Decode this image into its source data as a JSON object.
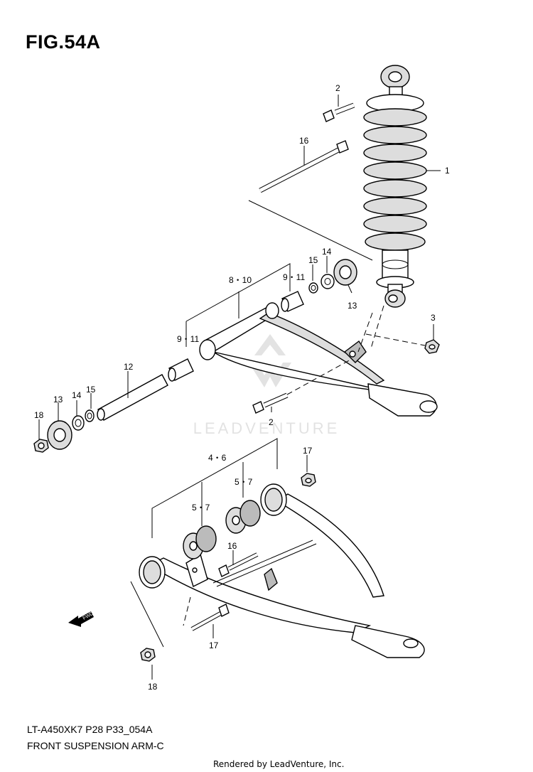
{
  "figure": {
    "title": "FIG.54A",
    "part_code": "LT-A450XK7 P28 P33_054A",
    "part_description": "FRONT SUSPENSION ARM-C",
    "footer": "Rendered by LeadVenture, Inc.",
    "watermark": "LEADVENTURE"
  },
  "callouts": {
    "c1": "1",
    "c2_top": "2",
    "c2_mid": "2",
    "c3": "3",
    "c4_6": "4・6",
    "c5_7_a": "5・7",
    "c5_7_b": "5・7",
    "c8_10": "8・10",
    "c9_11_a": "9・11",
    "c9_11_b": "9・11",
    "c12": "12",
    "c13_a": "13",
    "c13_b": "13",
    "c14_a": "14",
    "c14_b": "14",
    "c15_a": "15",
    "c15_b": "15",
    "c16_a": "16",
    "c16_b": "16",
    "c17_a": "17",
    "c17_b": "17",
    "c18_a": "18",
    "c18_b": "18"
  },
  "fwd_label": "FWD"
}
